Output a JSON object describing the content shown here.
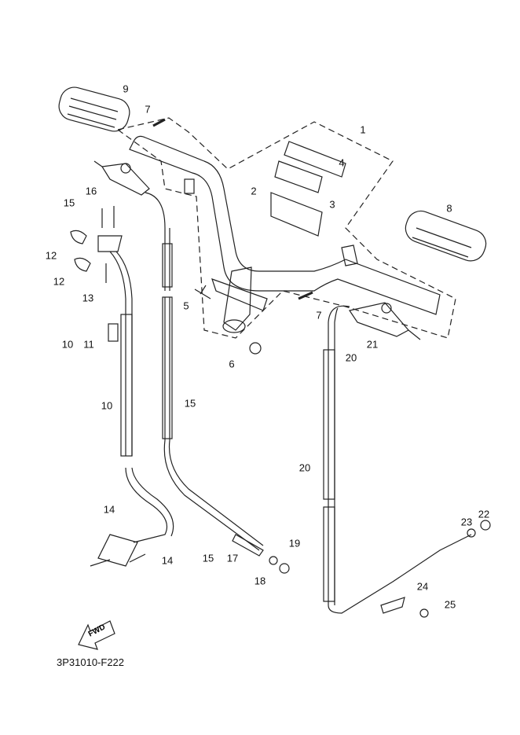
{
  "diagram_code": "3P31010-F222",
  "direction_arrow": "FWD",
  "callouts": [
    "9",
    "7",
    "1",
    "4",
    "2",
    "3",
    "8",
    "16",
    "15",
    "12",
    "12",
    "13",
    "5",
    "7",
    "6",
    "10",
    "11",
    "21",
    "20",
    "10",
    "15",
    "20",
    "14",
    "14",
    "15",
    "17",
    "19",
    "18",
    "22",
    "23",
    "24",
    "25"
  ]
}
